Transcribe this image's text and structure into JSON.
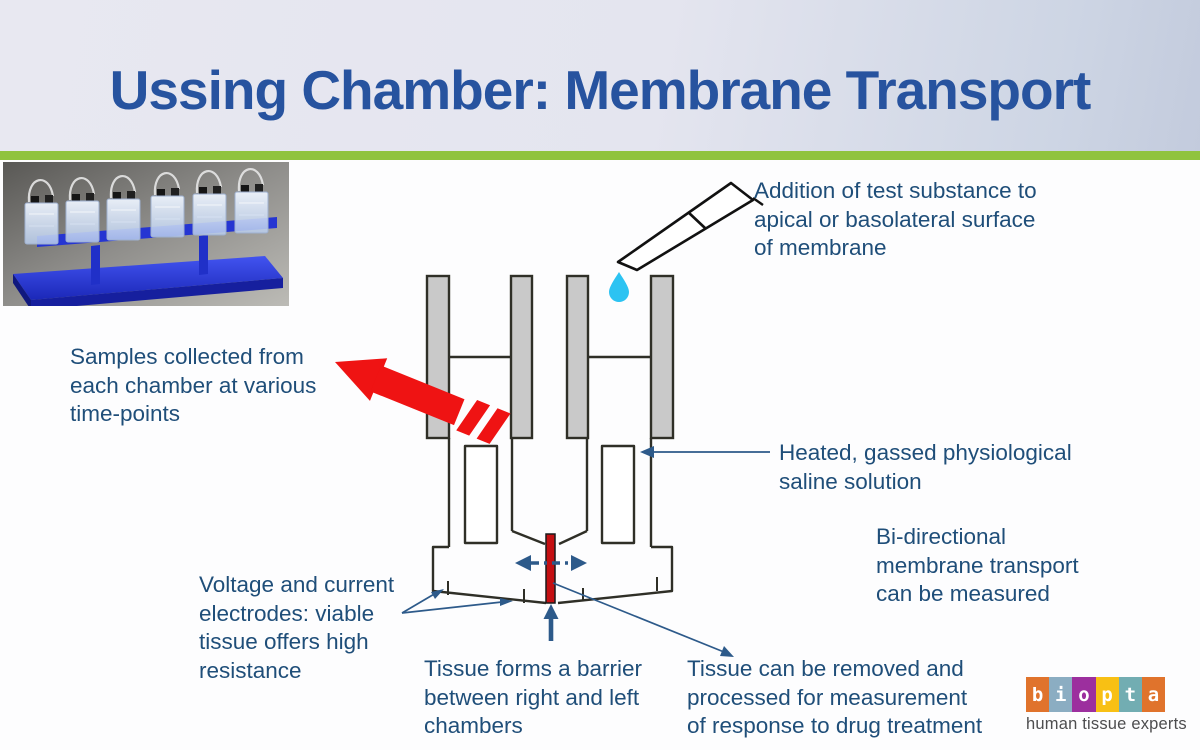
{
  "slide": {
    "title": "Ussing Chamber: Membrane Transport"
  },
  "annotations": {
    "addition": "Addition of test substance to\napical or basolateral surface\nof membrane",
    "samples": "Samples collected from\neach chamber at various\ntime-points",
    "saline": "Heated, gassed physiological\nsaline solution",
    "bidirectional": "Bi-directional\nmembrane transport\ncan be measured",
    "electrodes": "Voltage and current\nelectrodes: viable\ntissue offers high\nresistance",
    "tissue_barrier": "Tissue forms a barrier\nbetween right and left\nchambers",
    "tissue_removed": "Tissue can be removed and\nprocessed for measurement\nof response to drug treatment"
  },
  "logo": {
    "letters": [
      "b",
      "i",
      "o",
      "p",
      "t",
      "a"
    ],
    "tile_colors": [
      "#e0732c",
      "#8badc2",
      "#9c2f9e",
      "#f8c014",
      "#72adb2",
      "#e0732c"
    ],
    "tagline": "human tissue experts"
  },
  "colors": {
    "title_blue": "#27539f",
    "annotation_blue": "#1f4e79",
    "leader_line_blue": "#2d5a8a",
    "accent_green": "#90c33e",
    "arrow_red": "#ef1313",
    "tissue_red": "#c40f12",
    "droplet_cyan": "#2cc3f2",
    "chamber_grey": "#c9c9c9"
  }
}
